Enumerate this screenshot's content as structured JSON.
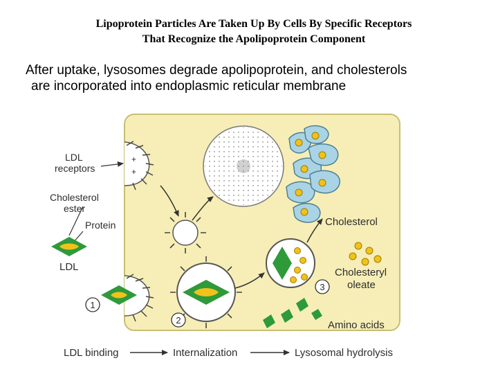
{
  "title": {
    "line1": "Lipoprotein Particles Are Taken Up By Cells By Specific Receptors",
    "line2": "That Recognize the Apolipoprotein Component"
  },
  "description": {
    "line1": "After uptake, lysosomes degrade apolipoprotein, and cholesterols",
    "line2": "are incorporated into endoplasmic reticular membrane"
  },
  "diagram": {
    "labels": {
      "ldl_receptors_1": "LDL",
      "ldl_receptors_2": "receptors",
      "cholesterol_ester_1": "Cholesterol",
      "cholesterol_ester_2": "ester",
      "protein": "Protein",
      "ldl": "LDL",
      "cholesterol": "Cholesterol",
      "cholesteryl_oleate_1": "Cholesteryl",
      "cholesteryl_oleate_2": "oleate",
      "amino_acids": "Amino acids"
    },
    "steps": [
      {
        "number": "1",
        "label": "LDL binding"
      },
      {
        "number": "2",
        "label": "Internalization"
      },
      {
        "number": "3",
        "label": "Lysosomal hydrolysis"
      }
    ],
    "colors": {
      "cell": "#f6eeb6",
      "cell_border": "#c9bd73",
      "ldl": "#2e9a3a",
      "cholesterol": "#f1c21b",
      "er": "#a9d4e6",
      "receptor": "#444444"
    }
  }
}
